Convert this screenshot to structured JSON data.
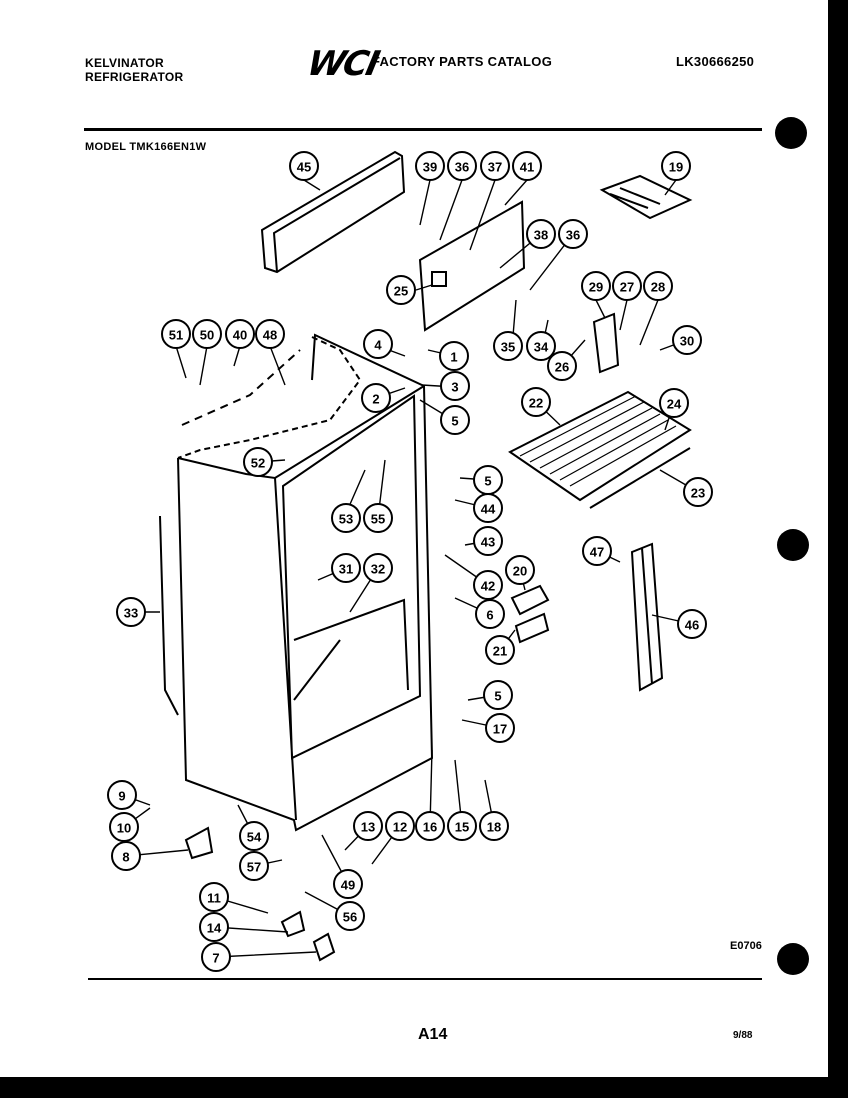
{
  "header": {
    "brand_line1": "KELVINATOR",
    "brand_line2": "REFRIGERATOR",
    "logo": "WCI",
    "catalog_title": "FACTORY PARTS CATALOG",
    "catalog_code": "LK30666250",
    "model": "MODEL TMK166EN1W"
  },
  "footer": {
    "figure_ref": "E0706",
    "page_number": "A14",
    "date": "9/88"
  },
  "callouts": [
    "45",
    "39",
    "36",
    "37",
    "41",
    "19",
    "38",
    "36",
    "25",
    "29",
    "27",
    "28",
    "51",
    "50",
    "40",
    "48",
    "35",
    "34",
    "26",
    "30",
    "4",
    "1",
    "3",
    "2",
    "5",
    "22",
    "24",
    "52",
    "5",
    "44",
    "53",
    "55",
    "23",
    "43",
    "47",
    "31",
    "32",
    "42",
    "20",
    "33",
    "6",
    "46",
    "21",
    "5",
    "17",
    "9",
    "10",
    "54",
    "13",
    "12",
    "16",
    "15",
    "18",
    "8",
    "57",
    "49",
    "11",
    "56",
    "14",
    "7"
  ]
}
